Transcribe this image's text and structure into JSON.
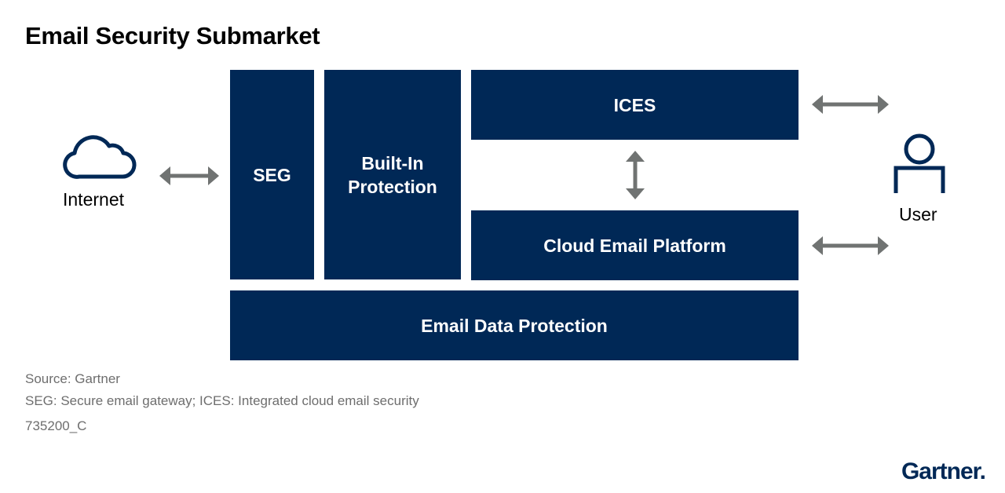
{
  "title": "Email Security Submarket",
  "blocks": {
    "seg": "SEG",
    "builtin_line1": "Built-In",
    "builtin_line2": "Protection",
    "ices": "ICES",
    "cloud": "Cloud Email Platform",
    "edp": "Email Data Protection"
  },
  "endpoints": {
    "internet": "Internet",
    "user": "User"
  },
  "footnotes": {
    "source": "Source: Gartner",
    "definitions": "SEG: Secure email gateway; ICES: Integrated cloud email security",
    "code": "735200_C"
  },
  "logo": {
    "text": "Gartner",
    "mark": "."
  },
  "colors": {
    "block": "#002856",
    "arrow": "#707372",
    "footnote": "#6e6e6e"
  },
  "icons": [
    "cloud-icon",
    "user-icon",
    "double-arrow-icon"
  ]
}
